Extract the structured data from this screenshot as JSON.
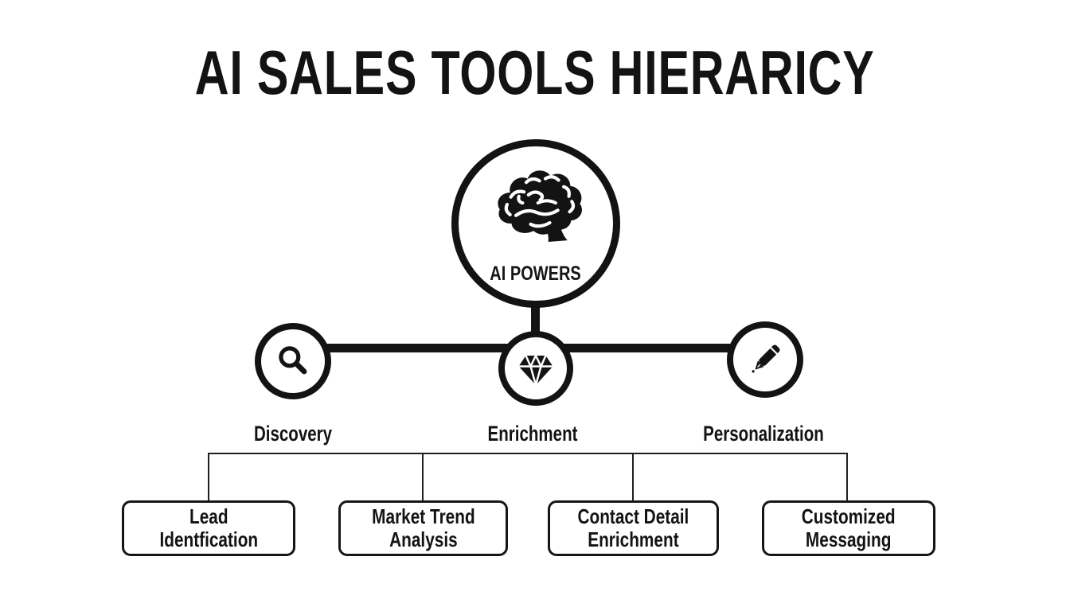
{
  "title": "AI SALES TOOLS HIERARICY",
  "root": {
    "label": "AI POWERS",
    "icon": "brain-icon"
  },
  "branches": [
    {
      "label": "Discovery",
      "icon": "magnifier-icon"
    },
    {
      "label": "Enrichment",
      "icon": "diamond-icon"
    },
    {
      "label": "Personalization",
      "icon": "pen-icon"
    }
  ],
  "leaves": [
    {
      "line1": "Lead",
      "line2": "Identfication"
    },
    {
      "line1": "Market Trend",
      "line2": "Analysis"
    },
    {
      "line1": "Contact Detail",
      "line2": "Enrichment"
    },
    {
      "line1": "Customized",
      "line2": "Messaging"
    }
  ],
  "colors": {
    "ink": "#141414",
    "background": "#ffffff"
  }
}
